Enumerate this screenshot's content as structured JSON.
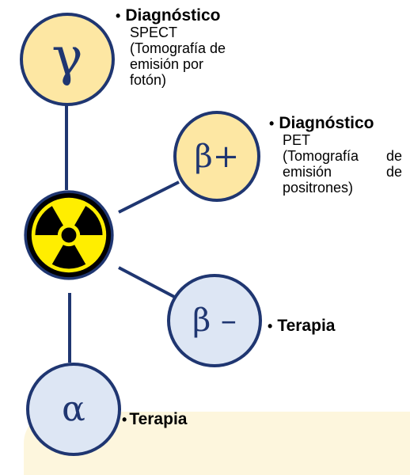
{
  "nodes": {
    "gamma": {
      "symbol": "γ",
      "color": "#fde7a3"
    },
    "beta_plus": {
      "symbol": "β+",
      "color": "#fde7a3"
    },
    "beta_minus": {
      "symbol": "β –",
      "color": "#dde6f4"
    },
    "alpha": {
      "symbol": "α",
      "color": "#dde6f4"
    }
  },
  "center_icon": "radiation-trefoil-icon",
  "descriptions": {
    "gamma": {
      "heading": "Diagnóstico",
      "lines": [
        "SPECT",
        "(Tomografía de",
        "emisión por",
        "fotón)"
      ]
    },
    "beta_plus": {
      "heading": "Diagnóstico",
      "lines": [
        "PET",
        "(Tomografía de",
        "emisión de",
        "positrones)"
      ]
    },
    "beta_minus": {
      "heading": "Terapia"
    },
    "alpha": {
      "heading": "Terapia"
    }
  },
  "bullet": "•",
  "colors": {
    "line": "#1f3671",
    "yellow_node": "#fde7a3",
    "blue_node": "#dde6f4",
    "trefoil_yellow": "#ffee00",
    "trefoil_black": "#000000",
    "bottom_panel": "#fdf6dd"
  }
}
